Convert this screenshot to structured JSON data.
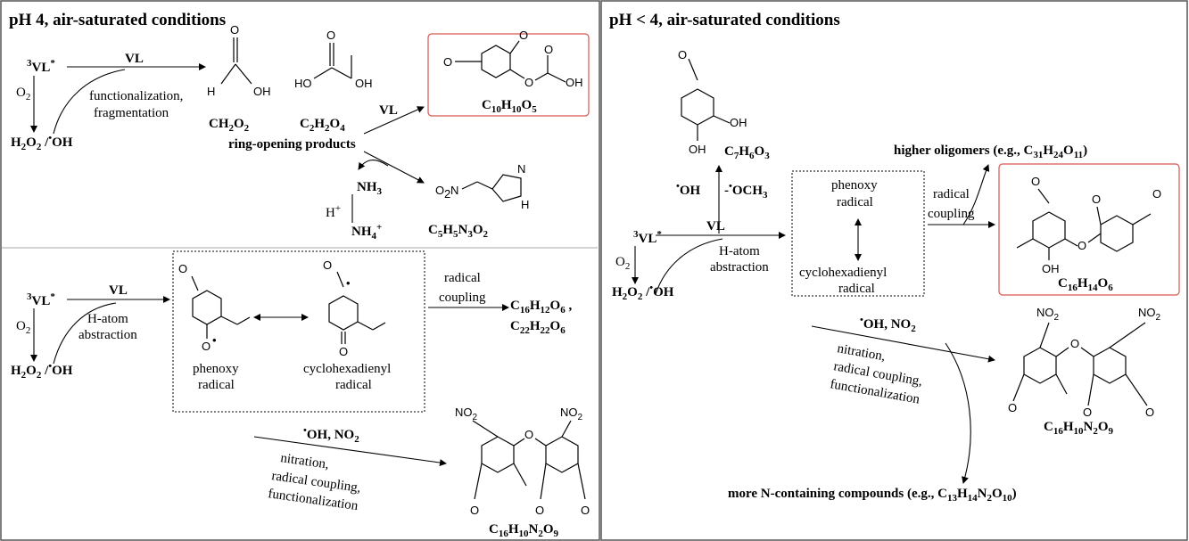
{
  "left": {
    "heading": "pH 4, air-saturated conditions",
    "tvl": "VL",
    "tvl_sup": "3",
    "tvl_star": "*",
    "o2": "O",
    "o2_sub": "2",
    "vl": "VL",
    "func_frag_1": "functionalization,",
    "func_frag_2": "fragmentation",
    "h2o2_label": "H",
    "oh_label": "OH",
    "formic": {
      "H": "H",
      "O": "O",
      "OH": "OH"
    },
    "oxalic": {
      "HO": "HO",
      "O": "O",
      "OH": "OH"
    },
    "ch2o2": "CH",
    "c2h2o4": "C",
    "ring_opening": "ring-opening products",
    "vl2": "VL",
    "boxed_formula": "C",
    "nh3": "NH",
    "hplus": "H",
    "nh4": "NH",
    "c5h5n3o2": "C",
    "imid": {
      "N": "N",
      "NH": "H",
      "O2N": "O"
    },
    "vl3": "VL",
    "h_atom": "H-atom",
    "abstraction": "abstraction",
    "phenoxy_1": "phenoxy",
    "phenoxy_2": "radical",
    "cyclo_1": "cyclohexadienyl",
    "cyclo_2": "radical",
    "radical_1": "radical",
    "radical_2": "coupling",
    "c16h12o6": "C",
    "c22h22o6": "C",
    "oh_no2": "OH, NO",
    "nitration_1": "nitration,",
    "nitration_2": "radical coupling,",
    "nitration_3": "functionalization",
    "dimer_no2": "NO",
    "dimer_formula": "C"
  },
  "right": {
    "heading": "pH < 4, air-saturated conditions",
    "c7h6o3": "C",
    "oh": "OH",
    "och3": "OCH",
    "tvl": "VL",
    "vl": "VL",
    "h_atom": "H-atom",
    "abstraction": "abstraction",
    "phenoxy_1": "phenoxy",
    "phenoxy_2": "radical",
    "cyclo_1": "cyclohexadienyl",
    "cyclo_2": "radical",
    "radical_1": "radical",
    "radical_2": "coupling",
    "higher_oligomers": "higher oligomers (e.g., C",
    "boxed_formula": "C",
    "oh_no2": "OH, NO",
    "nitration_1": "nitration,",
    "nitration_2": "radical coupling,",
    "nitration_3": "functionalization",
    "dimer_formula": "C",
    "more_n": "more N-containing compounds (e.g., C"
  },
  "colors": {
    "box_border": "#d9534f",
    "text": "#000000",
    "frame": "#555555"
  }
}
